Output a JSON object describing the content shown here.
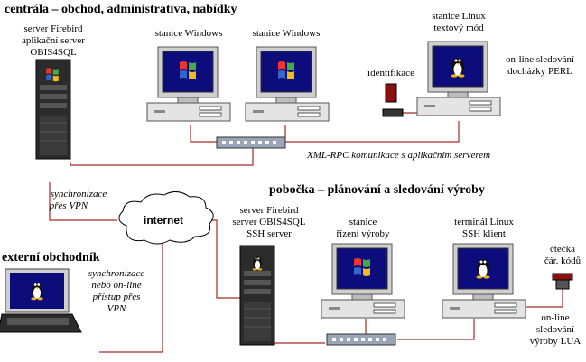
{
  "headings": {
    "central": "centrála – obchod, administrativa, nabídky",
    "branch": "pobočka – plánování a sledování výroby",
    "external": "externí obchodník"
  },
  "labels": {
    "fb_server": [
      "server Firebird",
      "aplikační server",
      "OBIS4SQL"
    ],
    "ws1": "stanice Windows",
    "ws2": "stanice Windows",
    "linux": [
      "stanice Linux",
      "textový mód"
    ],
    "identification": "identifikace",
    "online_perl": [
      "on-line sledování",
      "docházky PERL"
    ],
    "xmlrpc": "XML-RPC komunikace s aplikačním serverem",
    "sync_vpn": [
      "synchronizace",
      "přes VPN"
    ],
    "internet": "internet",
    "branch_server": [
      "server Firebird",
      "server OBIS4SQL",
      "SSH server"
    ],
    "production_ws": [
      "stanice",
      "řízení výroby"
    ],
    "linux_terminal": [
      "terminál Linux",
      "SSH klient"
    ],
    "barcode_reader": [
      "čtečka",
      "čár. kódů"
    ],
    "laptop_note": [
      "synchronizace",
      "nebo on-line",
      "přístup přes",
      "VPN"
    ],
    "online_lua": [
      "on-line",
      "sledování",
      "výroby LUA"
    ]
  },
  "colors": {
    "cable": "#a52a2a",
    "monitor_frame": "#d8d8d8",
    "screen": "#0c0c7a",
    "tower": "#2b2b2b"
  }
}
